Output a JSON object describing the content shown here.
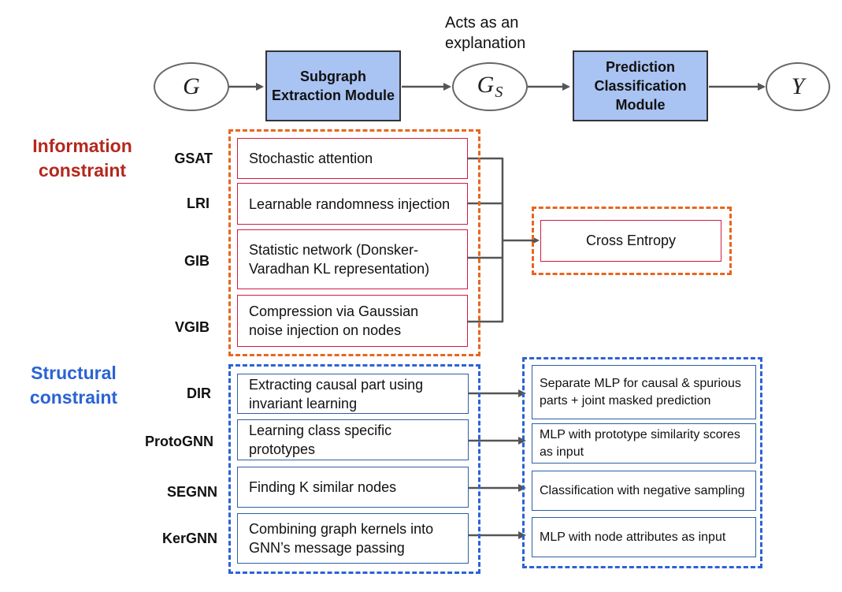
{
  "pipeline": {
    "input_node": "G",
    "extraction_module": "Subgraph Extraction Module",
    "subgraph_node": "G",
    "subgraph_node_subscript": "S",
    "prediction_module": "Prediction Classification Module",
    "output_node": "Y",
    "explanation_note": "Acts as an explanation"
  },
  "information_constraint": {
    "title": "Information constraint",
    "title_color": "#b5281d",
    "group_color": "#e8661f",
    "methods": [
      {
        "name": "GSAT",
        "description": "Stochastic attention"
      },
      {
        "name": "LRI",
        "description": "Learnable randomness injection"
      },
      {
        "name": "GIB",
        "description": "Statistic network (Donsker-Varadhan KL representation)"
      },
      {
        "name": "VGIB",
        "description": "Compression via Gaussian noise injection on nodes"
      }
    ],
    "loss": "Cross Entropy"
  },
  "structural_constraint": {
    "title": "Structural constraint",
    "title_color": "#2a63d4",
    "group_color": "#2c62d6",
    "methods": [
      {
        "name": "DIR",
        "description": "Extracting causal part using invariant learning",
        "output": "Separate MLP for causal & spurious parts + joint masked prediction"
      },
      {
        "name": "ProtoGNN",
        "description": "Learning class specific prototypes",
        "output": "MLP with prototype similarity scores as input"
      },
      {
        "name": "SEGNN",
        "description": "Finding K similar nodes",
        "output": "Classification with negative sampling"
      },
      {
        "name": "KerGNN",
        "description": "Combining graph kernels into GNN’s message passing",
        "output": "MLP with node attributes as input"
      }
    ]
  }
}
